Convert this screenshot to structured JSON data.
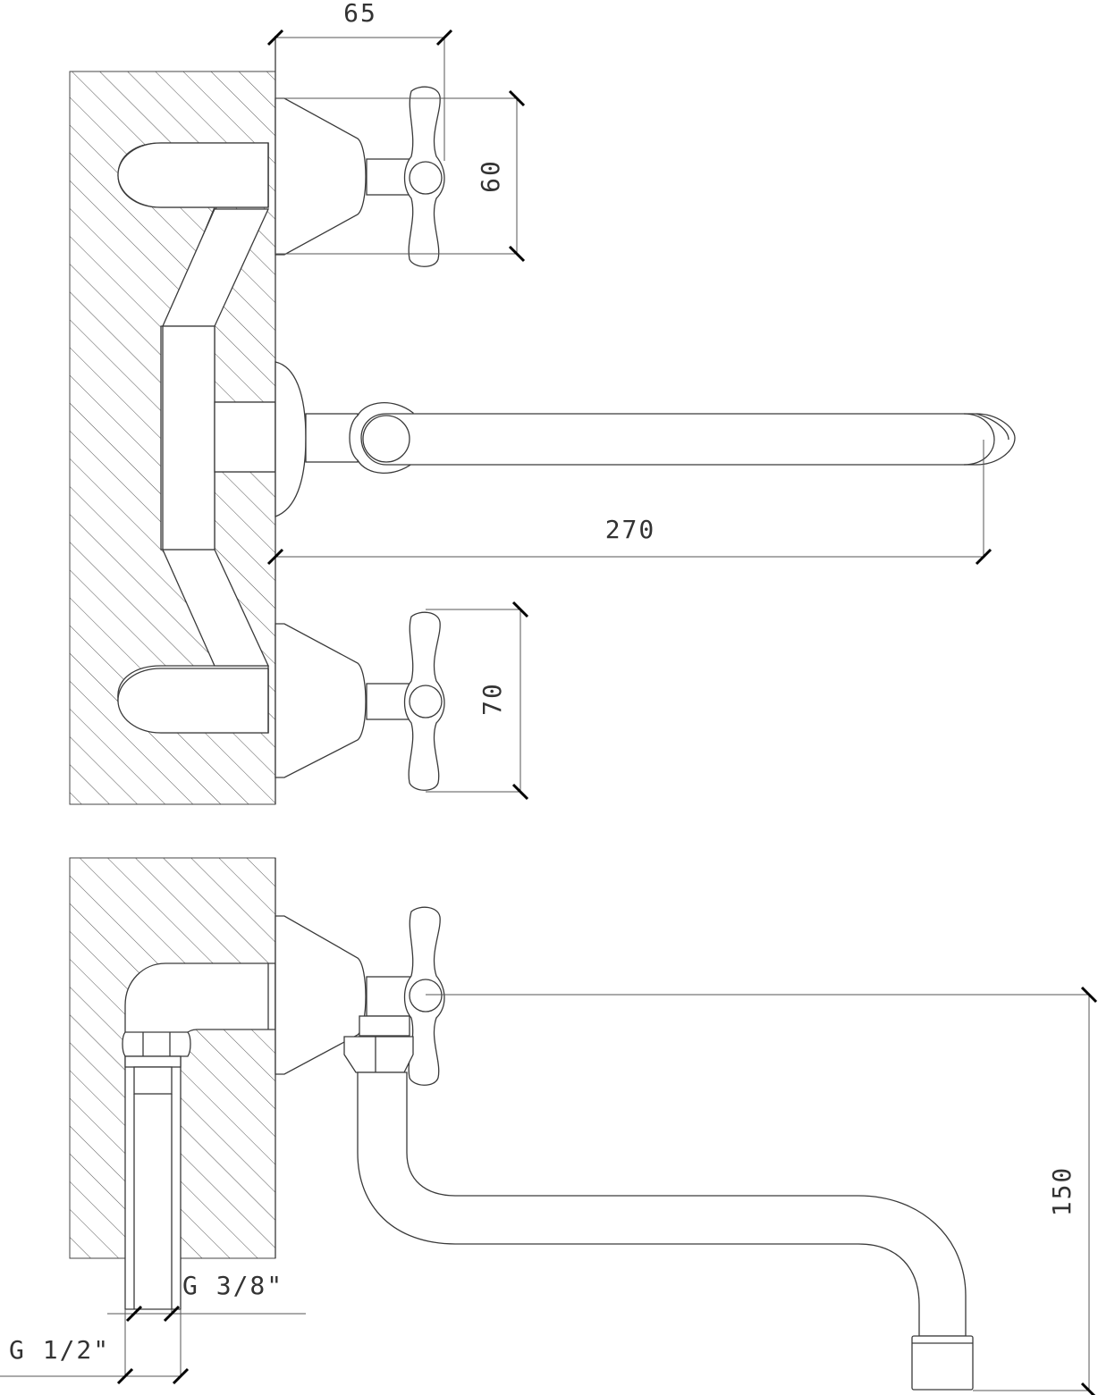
{
  "dimensions": {
    "top_projection": "65",
    "upper_handle_height": "60",
    "spout_length": "270",
    "lower_handle_height": "70",
    "spout_height": "150"
  },
  "threads": {
    "small": "G 3/8\"",
    "large": "G 1/2\""
  },
  "icons": {
    "handle": "cross-handle-icon"
  }
}
